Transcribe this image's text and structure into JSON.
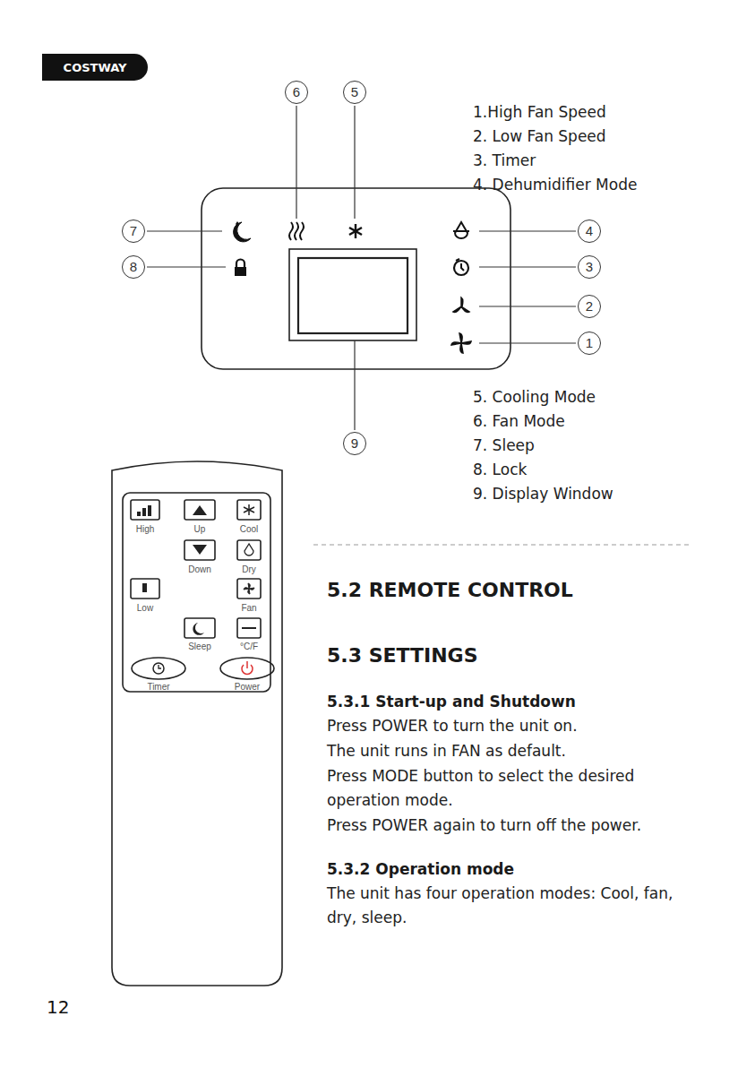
{
  "diagram": {
    "nodes": [
      {
        "text": [
          "COSTWAY"
        ]
      }
    ],
    "labels": [
      "6",
      "5",
      "1.High Fan Speed",
      "2. Low Fan Speed",
      "3. Timer",
      "4. Dehumidifier Mode",
      "7",
      "8",
      "4",
      "3",
      "2",
      "1",
      "5. Cooling Mode",
      "6. Fan Mode",
      "7. Sleep",
      "8. Lock",
      "9. Display Window",
      "9",
      "High",
      "Up",
      "Cool",
      "Down",
      "Dry",
      "Low",
      "Fan",
      "Sleep",
      "°C/F",
      "Timer",
      "Power",
      "5.2 REMOTE CONTROL",
      "5.3 SETTINGS",
      "5.3.1 Start-up and Shutdown",
      "Press POWER to turn the unit on.",
      "The unit runs in FAN as default.",
      "Press MODE button to select the desired operation mode.",
      "Press POWER again to turn off the power.",
      "5.3.2 Operation mode",
      "The unit has four operation modes: Cool, fan, dry, sleep.",
      "12"
    ]
  }
}
